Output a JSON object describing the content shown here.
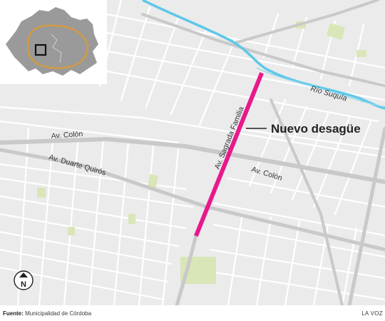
{
  "map": {
    "streets": {
      "avenue_colon_west": "Av. Colón",
      "avenue_colon_east": "Av. Colón",
      "avenue_duarte_quiros": "Av. Duarte Quirós",
      "avenue_sagrada_familia": "Av. Sagrada Familia"
    },
    "river": "Río Suquía",
    "callout": "Nuevo desagüe",
    "north_symbol": "N"
  },
  "footer": {
    "source_label": "Fuente:",
    "source_text": "Municipalidad de Córdoba",
    "brand": "LA VOZ"
  },
  "colors": {
    "background": "#ebebeb",
    "block": "#e4e4e4",
    "street": "#ffffff",
    "avenue": "#c9c9c9",
    "park": "#d9e6b8",
    "river": "#5ec8e8",
    "highlight": "#e8198b",
    "inset_city": "#9a9a9a",
    "inset_ring": "#d89a3a"
  }
}
